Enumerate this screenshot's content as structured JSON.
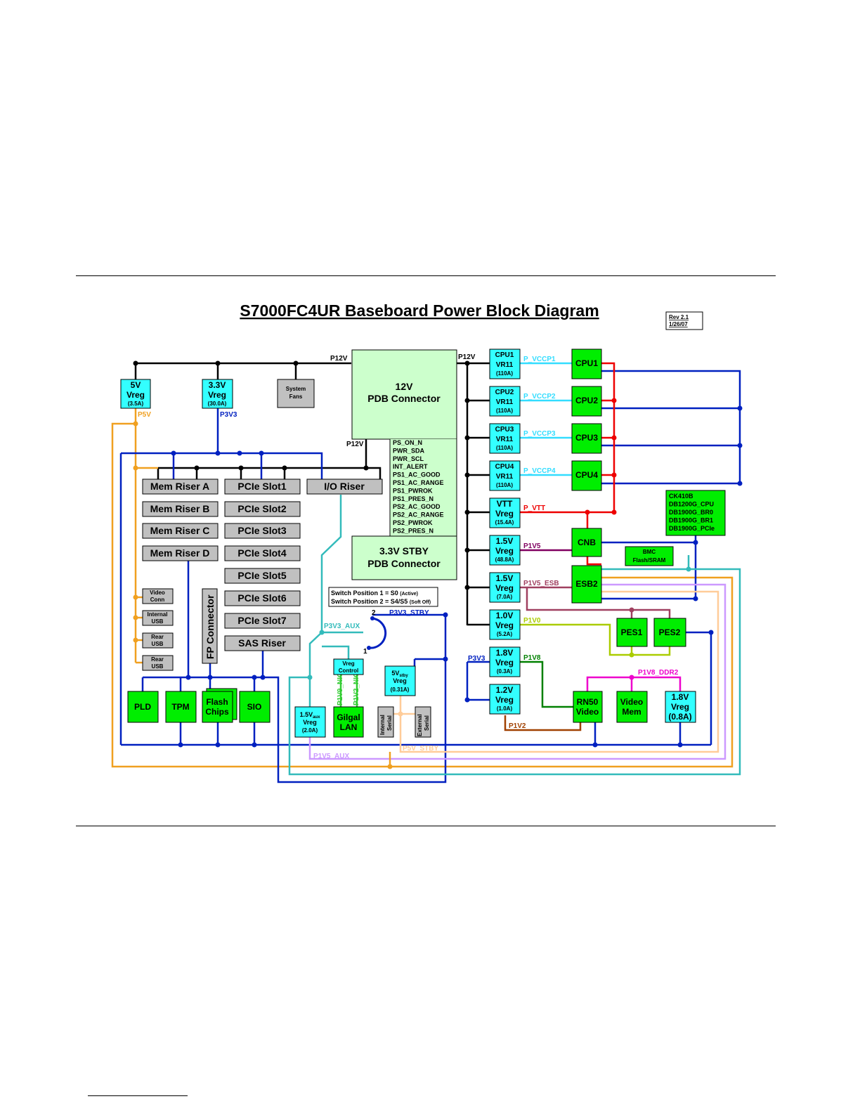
{
  "title": "S7000FC4UR Baseboard Power Block Diagram",
  "revision": {
    "line1": "Rev 2.1",
    "line2": "1/26/07"
  },
  "pdb_12v": {
    "line1": "12V",
    "line2": "PDB Connector"
  },
  "pdb_stby": {
    "line1": "3.3V STBY",
    "line2": "PDB Connector"
  },
  "pdb_signals": [
    "PS_ON_N",
    "PWR_SDA",
    "PWR_SCL",
    "INT_ALERT",
    "PS1_AC_GOOD",
    "PS1_AC_RANGE",
    "PS1_PWROK",
    "PS1_PRES_N",
    "PS2_AC_GOOD",
    "PS2_AC_RANGE",
    "PS2_PWROK",
    "PS2_PRES_N"
  ],
  "switch_note": {
    "line1_a": "Switch Position 1 = S0",
    "line1_b": "(Active)",
    "line2_a": "Switch Position 2 = S4/S5",
    "line2_b": "(Soft Off)"
  },
  "switch_positions": {
    "p2": "2",
    "p1": "1"
  },
  "left_vregs": {
    "v5": {
      "line1": "5V",
      "line2": "Vreg",
      "line3": "(3.5A)"
    },
    "v33": {
      "line1": "3.3V",
      "line2": "Vreg",
      "line3": "(30.0A)"
    },
    "fans": {
      "line1": "System",
      "line2": "Fans"
    }
  },
  "mem_risers": [
    "Mem Riser A",
    "Mem Riser B",
    "Mem Riser C",
    "Mem Riser D"
  ],
  "pcie_slots": [
    "PCIe Slot1",
    "PCIe Slot2",
    "PCIe Slot3",
    "PCIe Slot4",
    "PCIe Slot5",
    "PCIe Slot6",
    "PCIe Slot7",
    "SAS Riser"
  ],
  "io_riser": "I/O Riser",
  "fp_connector": "FP Connector",
  "small_devices": [
    {
      "line1": "Video",
      "line2": "Conn"
    },
    {
      "line1": "Internal",
      "line2": "USB"
    },
    {
      "line1": "Rear",
      "line2": "USB"
    },
    {
      "line1": "Rear",
      "line2": "USB"
    }
  ],
  "bottom_chips": {
    "pld": "PLD",
    "tpm": "TPM",
    "flash": {
      "line1": "Flash",
      "line2": "Chips"
    },
    "sio": "SIO"
  },
  "aux_vreg": {
    "line1": "1.5V",
    "line1_sub": "aux",
    "line2": "Vreg",
    "line3": "(2.0A)"
  },
  "vreg_control": {
    "line1": "Vreg",
    "line2": "Control"
  },
  "gilgal": {
    "line1": "Gilgal",
    "line2": "LAN"
  },
  "stby_vreg": {
    "line1": "5V",
    "line1_sub": "stby",
    "line2": "Vreg",
    "line3": "(0.31A)"
  },
  "serial": {
    "internal": [
      "Internal",
      "Serial"
    ],
    "external": [
      "External",
      "Serial"
    ]
  },
  "cpu_vrs": [
    {
      "line1": "CPU1",
      "line2": "VR11",
      "line3": "(110A)",
      "net": "P_VCCP1",
      "cpu": "CPU1"
    },
    {
      "line1": "CPU2",
      "line2": "VR11",
      "line3": "(110A)",
      "net": "P_VCCP2",
      "cpu": "CPU2"
    },
    {
      "line1": "CPU3",
      "line2": "VR11",
      "line3": "(110A)",
      "net": "P_VCCP3",
      "cpu": "CPU3"
    },
    {
      "line1": "CPU4",
      "line2": "VR11",
      "line3": "(110A)",
      "net": "P_VCCP4",
      "cpu": "CPU4"
    }
  ],
  "right_vregs": [
    {
      "line1": "VTT",
      "line2": "Vreg",
      "line3": "(15.4A)",
      "net": "P_VTT"
    },
    {
      "line1": "1.5V",
      "line2": "Vreg",
      "line3": "(48.8A)",
      "net": "P1V5"
    },
    {
      "line1": "1.5V",
      "line2": "Vreg",
      "line3": "(7.0A)",
      "net": "P1V5_ESB"
    },
    {
      "line1": "1.0V",
      "line2": "Vreg",
      "line3": "(5.2A)",
      "net": "P1V0"
    },
    {
      "line1": "1.8V",
      "line2": "Vreg",
      "line3": "(0.3A)",
      "net": "P1V8"
    },
    {
      "line1": "1.2V",
      "line2": "Vreg",
      "line3": "(1.0A)",
      "net": "P1V2"
    }
  ],
  "clock_box": [
    "CK410B",
    "DB1200G_CPU",
    "DB1900G_BR0",
    "DB1900G_BR1",
    "DB1900G_PCIe"
  ],
  "bmc": {
    "line1": "BMC",
    "line2": "Flash/SRAM"
  },
  "chipset": {
    "cnb": "CNB",
    "esb2": "ESB2",
    "pes1": "PES1",
    "pes2": "PES2"
  },
  "video": {
    "rn50": [
      "RN50",
      "Video"
    ],
    "mem": [
      "Video",
      "Mem"
    ],
    "vreg18": {
      "line1": "1.8V",
      "line2": "Vreg",
      "line3": "(0.8A)"
    }
  },
  "nets": {
    "p12v_left": "P12V",
    "p12v_right": "P12V",
    "p12v_mid": "P12V",
    "p5v": "P5V",
    "p3v3": "P3V3",
    "p3v3_right": "P3V3",
    "p3v3_aux": "P3V3_AUX",
    "p3v3_stby": "P3V3_STBY",
    "p1v9_nic": "P1V9_NIC",
    "p1v2_nic": "P1V2_NIC",
    "p1v5_aux": "P1V5_AUX",
    "p5v_stby": "P5V_STBY",
    "p1v8_ddr2": "P1V8_DDR2"
  },
  "colors": {
    "p12v": "#000000",
    "p5v": "#f0a020",
    "p3v3": "#0020c0",
    "vccp": "#33ddff",
    "vtt": "#ee0000",
    "p1v5": "#800060",
    "p1v5_esb": "#a04060",
    "p1v0": "#aacc00",
    "p1v8": "#008000",
    "p1v2": "#a04000",
    "ddr2": "#ee00cc",
    "aux": "#33bbbb",
    "p1v5_aux": "#cc99ff",
    "stby5": "#ffcc99",
    "nic": "#33cc33"
  }
}
